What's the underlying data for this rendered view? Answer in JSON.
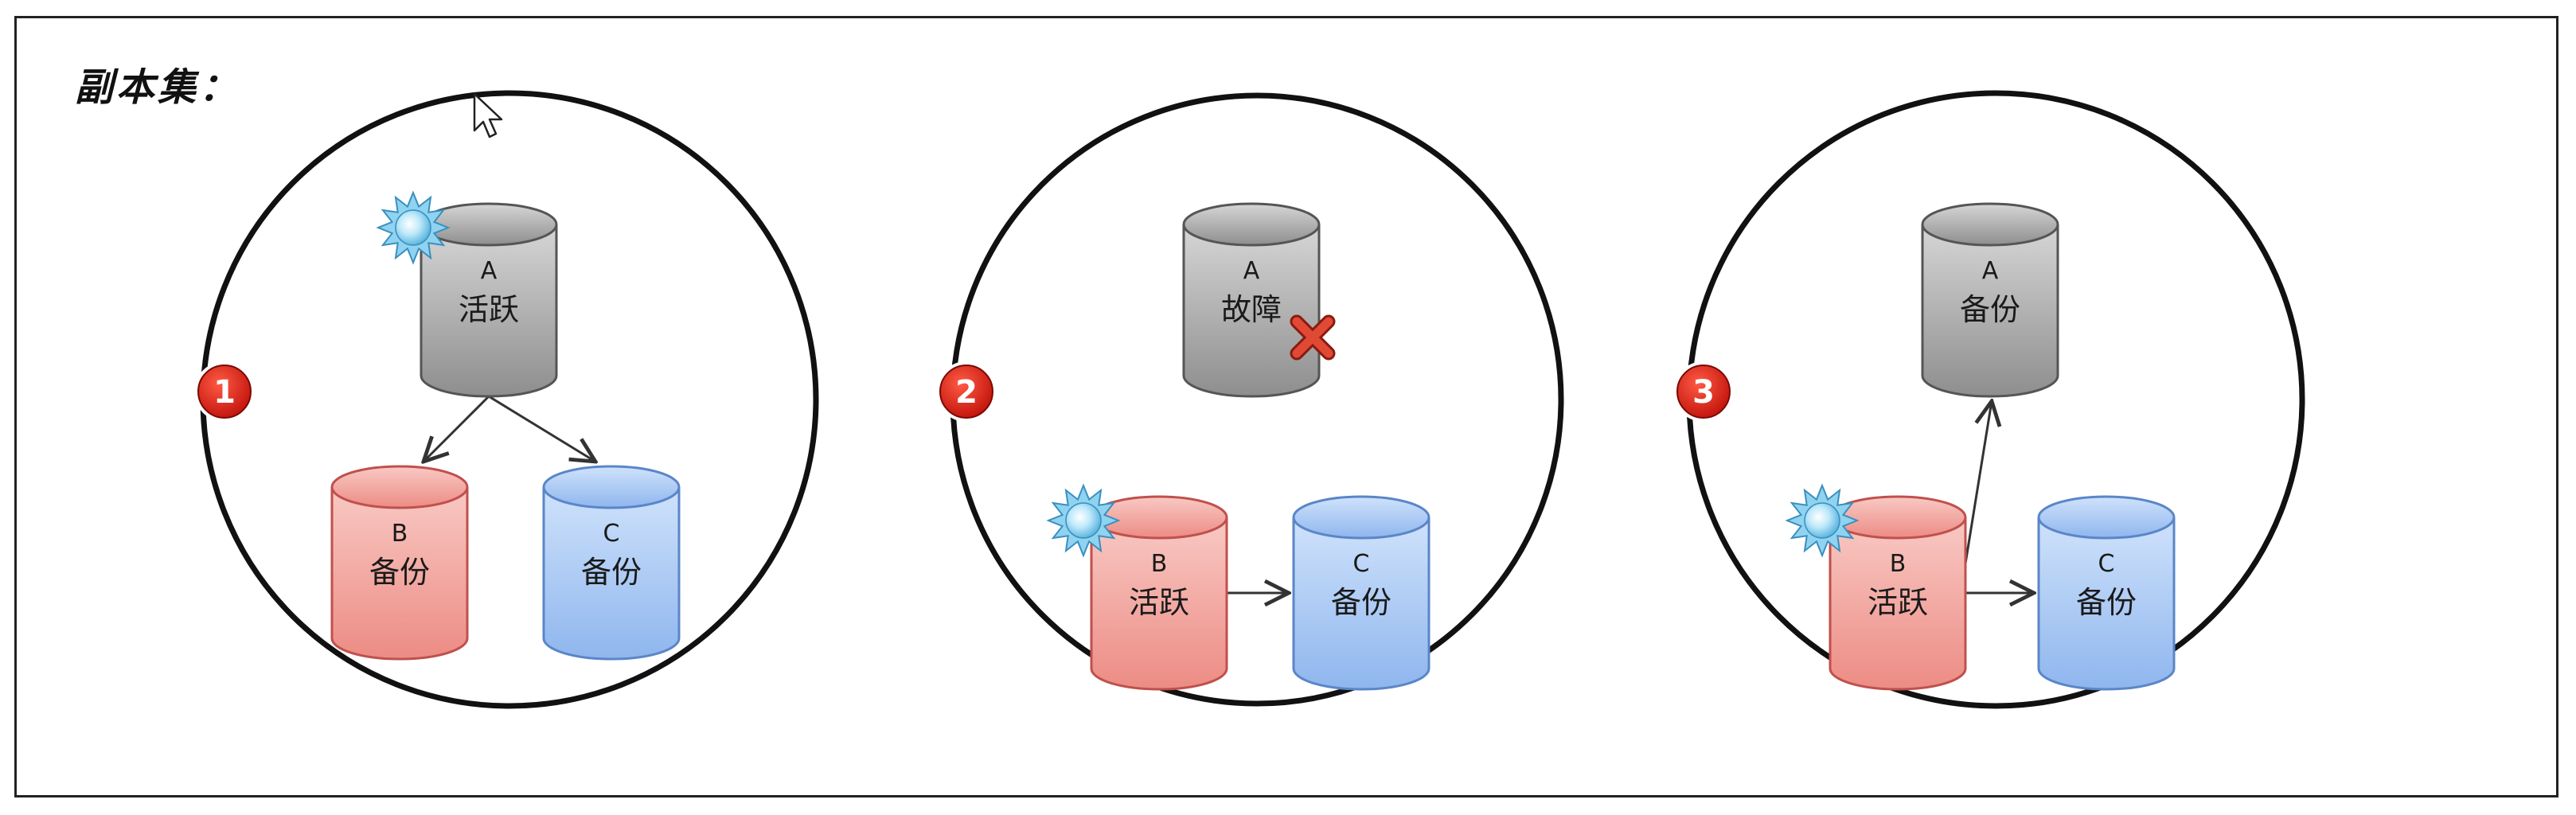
{
  "title": "副本集：",
  "colors": {
    "gray_db": "#a9a9a9",
    "red_db": "#f2a6a0",
    "blue_db": "#a9c8f3",
    "badge": "#d91a10",
    "star": "#8fd3f0",
    "fail_x": "#cc3322"
  },
  "icons": {
    "active_marker": "sun-star-icon",
    "failure_marker": "red-x-icon",
    "cursor": "mouse-cursor-icon"
  },
  "scenes": [
    {
      "badge": "1",
      "databases": [
        {
          "letter": "A",
          "label": "活跃",
          "color": "gray",
          "active": true,
          "failed": false
        },
        {
          "letter": "B",
          "label": "备份",
          "color": "red",
          "active": false,
          "failed": false
        },
        {
          "letter": "C",
          "label": "备份",
          "color": "blue",
          "active": false,
          "failed": false
        }
      ],
      "arrows": [
        [
          "A",
          "B"
        ],
        [
          "A",
          "C"
        ]
      ]
    },
    {
      "badge": "2",
      "databases": [
        {
          "letter": "A",
          "label": "故障",
          "color": "gray",
          "active": false,
          "failed": true
        },
        {
          "letter": "B",
          "label": "活跃",
          "color": "red",
          "active": true,
          "failed": false
        },
        {
          "letter": "C",
          "label": "备份",
          "color": "blue",
          "active": false,
          "failed": false
        }
      ],
      "arrows": [
        [
          "B",
          "C"
        ]
      ]
    },
    {
      "badge": "3",
      "databases": [
        {
          "letter": "A",
          "label": "备份",
          "color": "gray",
          "active": false,
          "failed": false
        },
        {
          "letter": "B",
          "label": "活跃",
          "color": "red",
          "active": true,
          "failed": false
        },
        {
          "letter": "C",
          "label": "备份",
          "color": "blue",
          "active": false,
          "failed": false
        }
      ],
      "arrows": [
        [
          "B",
          "A"
        ],
        [
          "B",
          "C"
        ]
      ]
    }
  ]
}
